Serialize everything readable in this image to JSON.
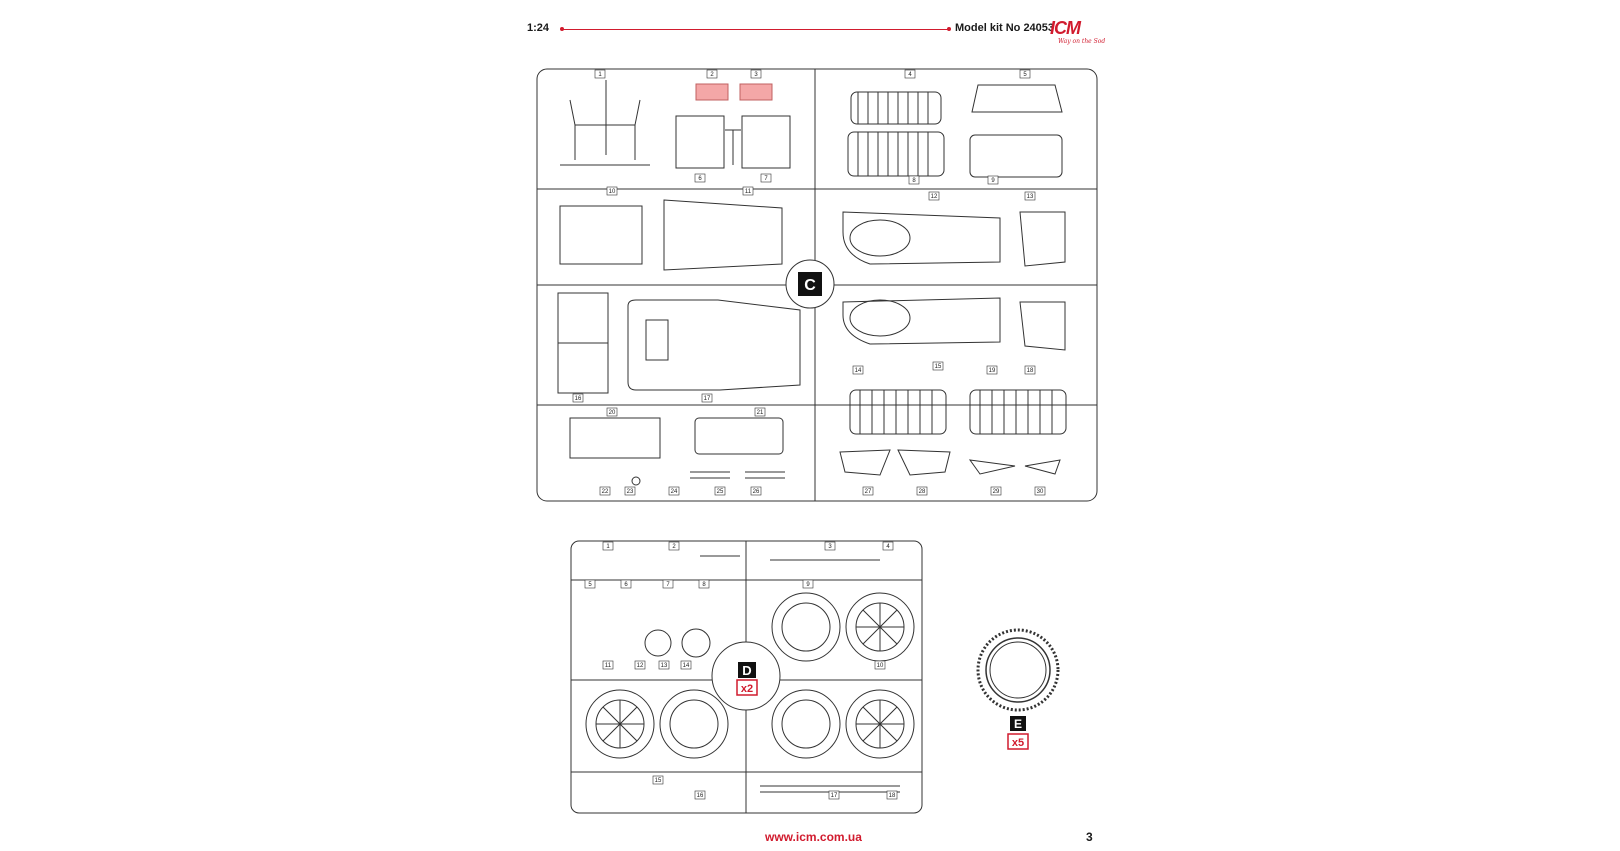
{
  "header": {
    "scale": "1:24",
    "model_kit": "Model kit No 24053",
    "logo_text": "ICM",
    "logo_tagline": "Way on the Sod",
    "brand_color": "#d11b2e"
  },
  "sprue_c": {
    "letter": "C",
    "part_numbers": [
      "1",
      "2",
      "3",
      "4",
      "5",
      "6",
      "7",
      "8",
      "9",
      "10",
      "11",
      "12",
      "13",
      "14",
      "15",
      "16",
      "17",
      "18",
      "19",
      "20",
      "21",
      "22",
      "23",
      "24",
      "25",
      "26",
      "27",
      "28",
      "29",
      "30"
    ],
    "highlighted_parts": [
      "2",
      "3"
    ],
    "highlight_color": "#f4a7a7"
  },
  "sprue_d": {
    "letter": "D",
    "quantity": "x2",
    "part_numbers": [
      "1",
      "2",
      "3",
      "4",
      "5",
      "6",
      "7",
      "8",
      "9",
      "10",
      "11",
      "12",
      "13",
      "14",
      "15",
      "16",
      "17",
      "18"
    ]
  },
  "sprue_e": {
    "letter": "E",
    "quantity": "x5"
  },
  "footer": {
    "url": "www.icm.com.ua",
    "page_number": "3"
  }
}
